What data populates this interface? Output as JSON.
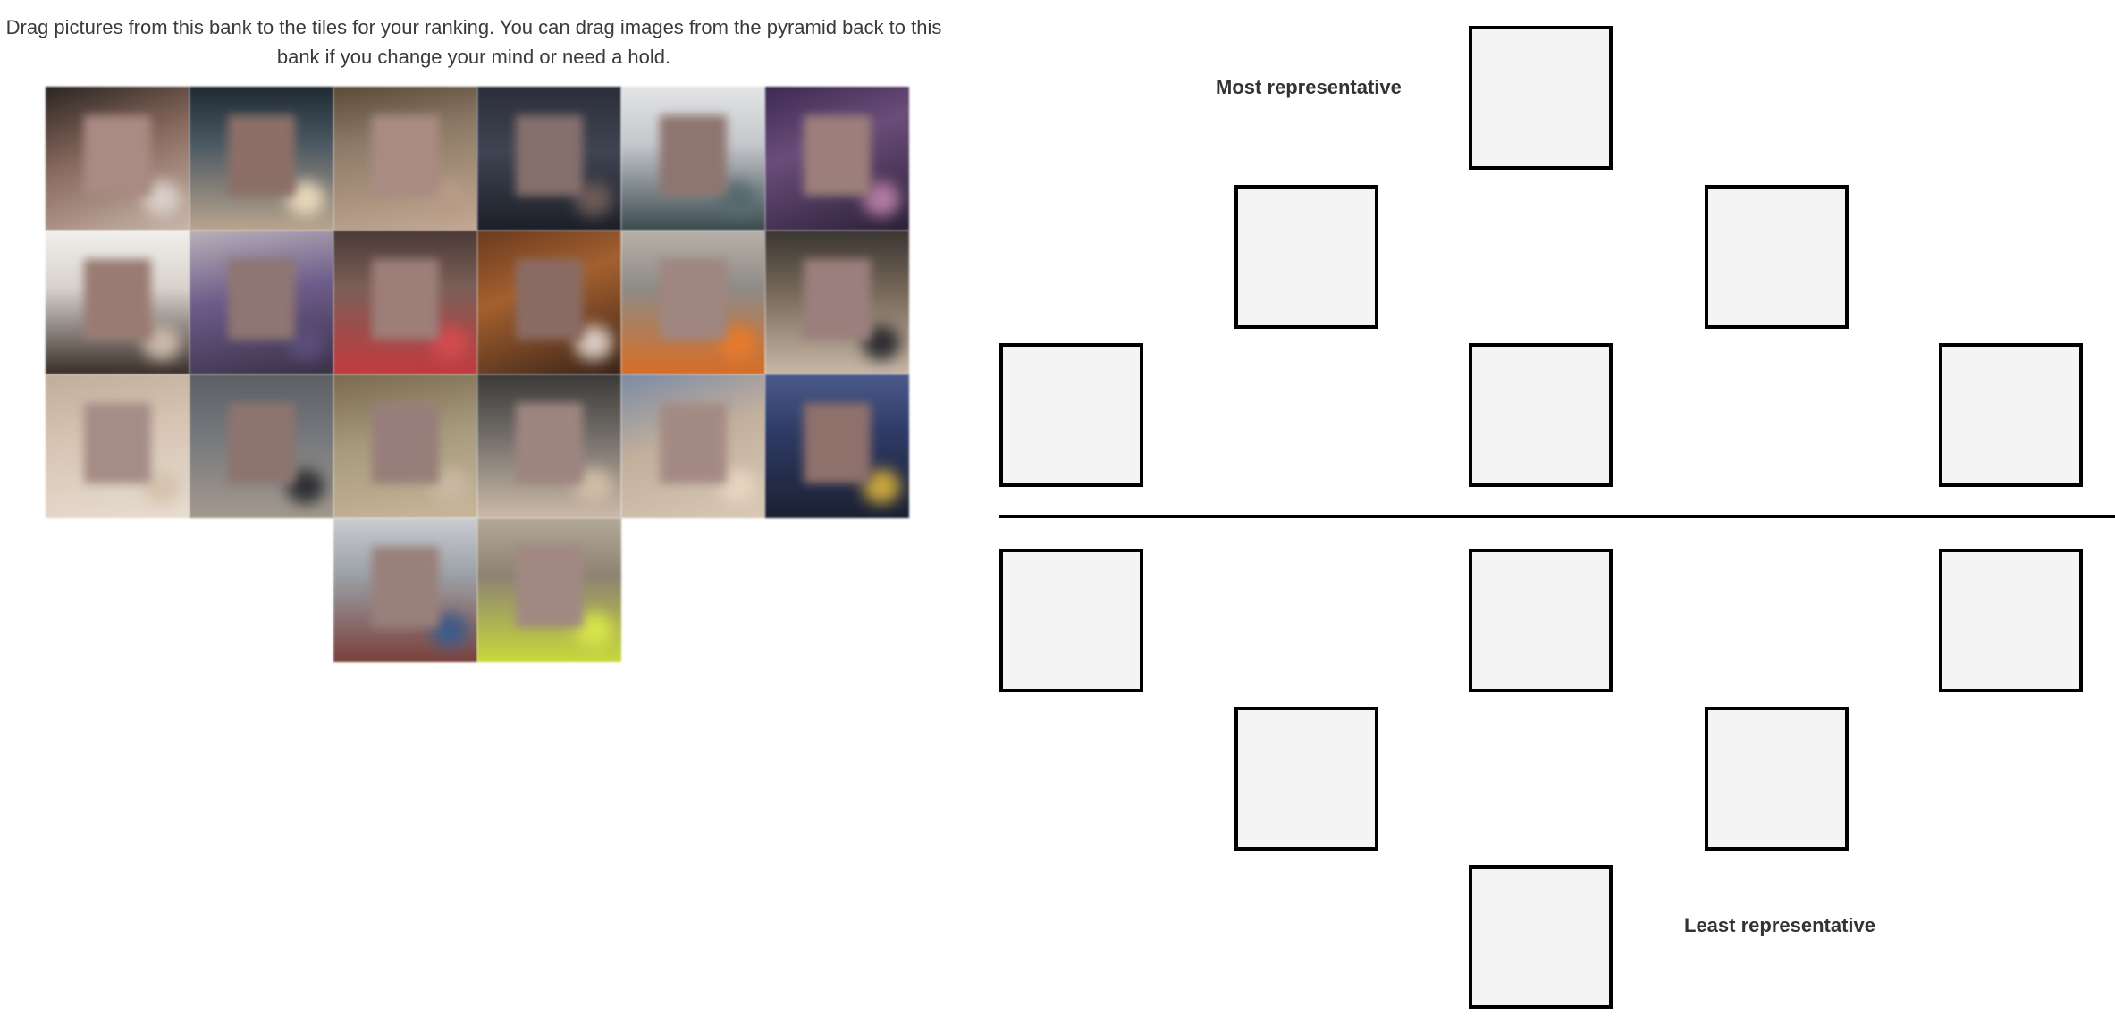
{
  "instructions": "Drag pictures from this bank to the tiles for your ranking. You can drag images from the pyramid back to this bank if you change your mind or need a hold.",
  "pyramid": {
    "top_label": "Most representative",
    "bottom_label": "Least representative"
  },
  "colors": {
    "tile_fill": "#f4f4f4",
    "tile_border": "#000000",
    "divider": "#000000",
    "face_blur": "#9c8480"
  },
  "bank_rows": [
    [
      {
        "bg": "linear-gradient(160deg,#2b2522 0%,#8a6a5e 45%,#c9b6aa 100%)",
        "face": "#a98a84",
        "extra": "#d8cfc8"
      },
      {
        "bg": "linear-gradient(180deg,#1f2a33 0%,#4b5963 40%,#b9a58e 100%)",
        "face": "#8c6f67",
        "extra": "#e6d6b8"
      },
      {
        "bg": "linear-gradient(170deg,#5a4a38 0%,#8c7a66 35%,#c5a994 100%)",
        "face": "#a98b82",
        "extra": "#b89b87"
      },
      {
        "bg": "linear-gradient(180deg,#2c2f3a 0%,#3f4452 45%,#1c1f28 100%)",
        "face": "#86706d",
        "extra": "#6b5a57"
      },
      {
        "bg": "linear-gradient(180deg,#e3e4e6 0%,#c4c7cb 40%,#3b4a4f 100%)",
        "face": "#8e7570",
        "extra": "#556a70"
      },
      {
        "bg": "linear-gradient(160deg,#3d2a52 0%,#6a4d7a 40%,#2a1f36 100%)",
        "face": "#9c7f7a",
        "extra": "#b07aa0"
      }
    ],
    [
      {
        "bg": "linear-gradient(180deg,#f1efec 0%,#d8d2cc 40%,#3a2e29 100%)",
        "face": "#9a7b73",
        "extra": "#c9b7aa"
      },
      {
        "bg": "linear-gradient(170deg,#b9b0b8 0%,#6d5c8a 45%,#3a3147 100%)",
        "face": "#8f7672",
        "extra": "#5a4d7a"
      },
      {
        "bg": "linear-gradient(180deg,#4a3a36 0%,#7c5f58 40%,#c33a3e 100%)",
        "face": "#9d7e79",
        "extra": "#d14b4f"
      },
      {
        "bg": "linear-gradient(160deg,#6b3a1e 0%,#a4602f 40%,#3a2418 100%)",
        "face": "#8a6b64",
        "extra": "#d7c9c0"
      },
      {
        "bg": "linear-gradient(180deg,#b7b1a8 0%,#8f8b86 40%,#d86d25 100%)",
        "face": "#a08680",
        "extra": "#e57a2c"
      },
      {
        "bg": "linear-gradient(180deg,#3b3632 0%,#7a6b5b 45%,#c8b8a8 100%)",
        "face": "#9a7f7c",
        "extra": "#2f2f33"
      }
    ],
    [
      {
        "bg": "linear-gradient(170deg,#bfae9c 0%,#d6c4b2 40%,#e8ddd2 100%)",
        "face": "#a58c87",
        "extra": "#d5c3ae"
      },
      {
        "bg": "linear-gradient(180deg,#5c5f63 0%,#76797d 45%,#a49a8e 100%)",
        "face": "#8d746f",
        "extra": "#2f3135"
      },
      {
        "bg": "linear-gradient(170deg,#7a6a4e 0%,#a79a7c 45%,#c9b79a 100%)",
        "face": "#977e7a",
        "extra": "#c8b8a2"
      },
      {
        "bg": "linear-gradient(180deg,#3c3a38 0%,#6e6a66 40%,#cdbba9 100%)",
        "face": "#9e8580",
        "extra": "#d0bca6"
      },
      {
        "bg": "linear-gradient(160deg,#7b8aa6 0%,#c2b09c 45%,#d9c9b6 100%)",
        "face": "#a48a84",
        "extra": "#e6d4bf"
      },
      {
        "bg": "linear-gradient(180deg,#4a5a8a 0%,#2f3b66 40%,#1c2031 100%)",
        "face": "#8f716c",
        "extra": "#c7a43d"
      }
    ],
    [
      {
        "bg": "linear-gradient(180deg,#c9ccd0 0%,#9aa0a6 40%,#7a3f3a 100%)",
        "face": "#9a807b",
        "extra": "#3f5b8a"
      },
      {
        "bg": "linear-gradient(180deg,#b4a898 0%,#8e8372 40%,#c8d93a 100%)",
        "face": "#a18883",
        "extra": "#d6e34a"
      }
    ]
  ]
}
